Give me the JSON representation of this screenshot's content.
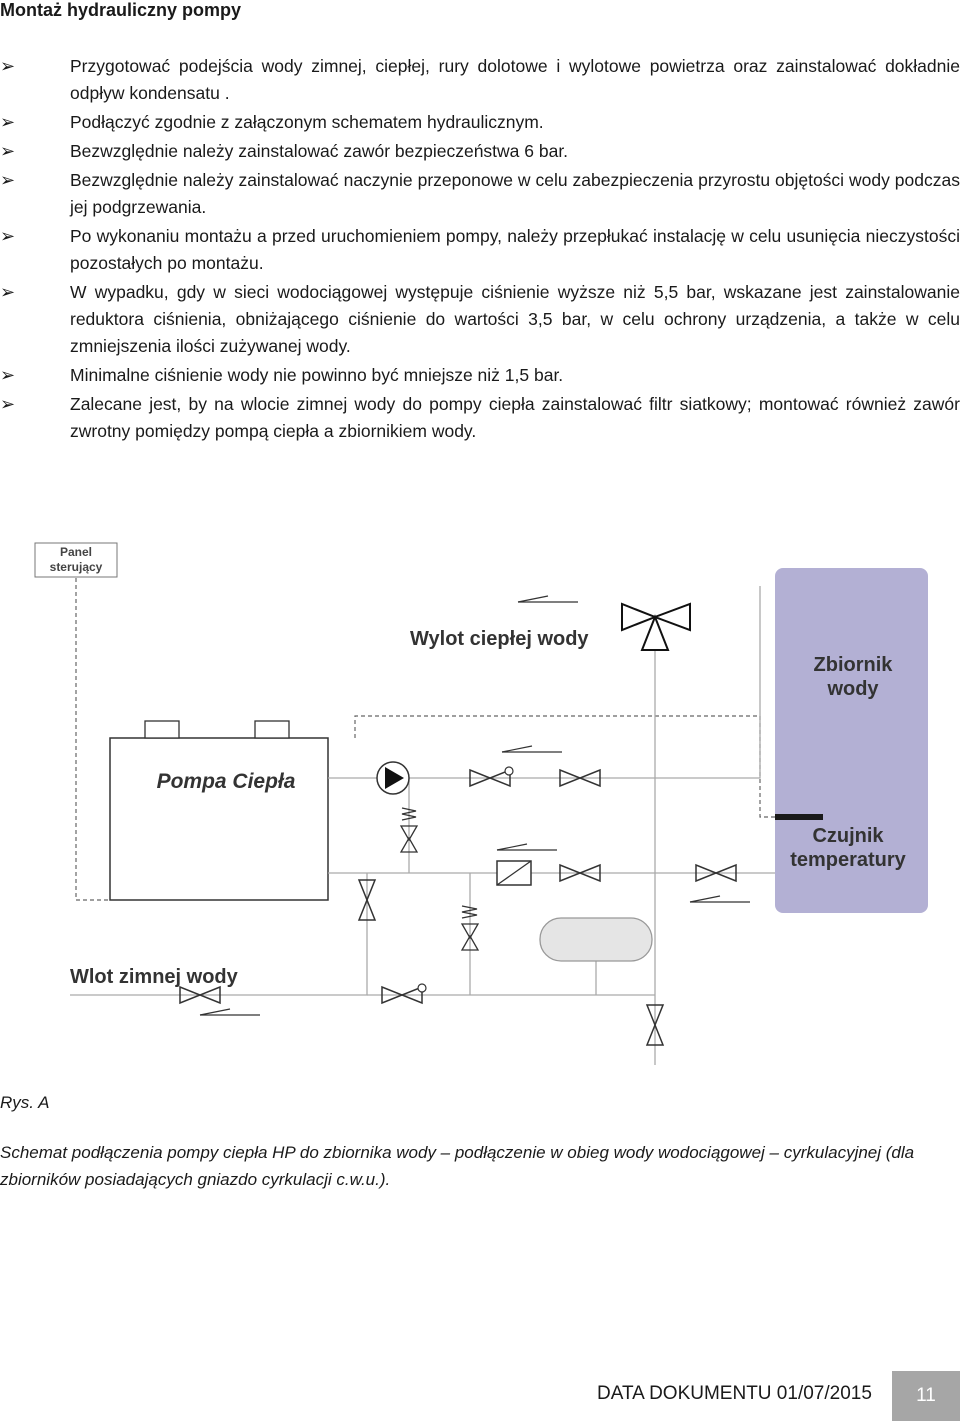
{
  "heading": "Montaż hydrauliczny pompy",
  "bullet_marker": "➢",
  "bullets": [
    "Przygotować podejścia wody zimnej, ciepłej, rury dolotowe i wylotowe powietrza oraz zainstalować dokładnie odpływ kondensatu .",
    "Podłączyć zgodnie z załączonym schematem hydraulicznym.",
    "Bezwzględnie należy zainstalować zawór bezpieczeństwa 6 bar.",
    "Bezwzględnie należy zainstalować naczynie przeponowe w celu zabezpieczenia przyrostu objętości wody podczas jej podgrzewania.",
    "Po wykonaniu montażu a przed uruchomieniem pompy, należy przepłukać instalację w celu usunięcia nieczystości pozostałych po montażu.",
    "W wypadku, gdy w sieci wodociągowej występuje ciśnienie wyższe niż 5,5 bar, wskazane jest zainstalowanie reduktora ciśnienia, obniżającego ciśnienie do wartości 3,5 bar, w celu ochrony urządzenia, a także w celu zmniejszenia ilości zużywanej wody.",
    "Minimalne ciśnienie wody nie powinno być mniejsze niż 1,5 bar.",
    "Zalecane jest, by na wlocie zimnej wody do pompy ciepła zainstalować filtr siatkowy; montować również zawór zwrotny pomiędzy pompą ciepła a zbiornikiem wody."
  ],
  "diagram": {
    "panel_line1": "Panel",
    "panel_line2": "sterujący",
    "hot_outlet": "Wylot ciepłej wody",
    "tank_line1": "Zbiornik",
    "tank_line2": "wody",
    "heat_pump": "Pompa Ciepła",
    "sensor_line1": "Czujnik",
    "sensor_line2": "temperatury",
    "cold_inlet": "Wlot zimnej wody",
    "tank_color": "#b3b0d4"
  },
  "figure_ref": "Rys. A",
  "caption": "Schemat podłączenia pompy ciepła HP do zbiornika wody – podłączenie w obieg wody wodociągowej – cyrkulacyjnej (dla zbiorników posiadających gniazdo cyrkulacji c.w.u.).",
  "footer": {
    "doc_date": "DATA DOKUMENTU 01/07/2015",
    "page_number": "11"
  }
}
